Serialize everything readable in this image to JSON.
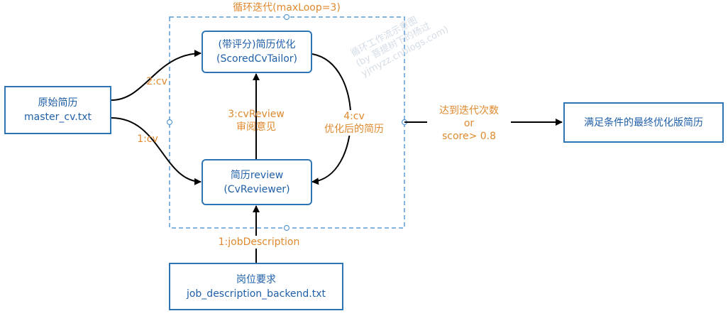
{
  "loop": {
    "label": "循环迭代(maxLoop=3)"
  },
  "nodes": {
    "master_cv": {
      "line1": "原始简历",
      "line2": "master_cv.txt"
    },
    "tailor": {
      "line1": "(带评分)简历优化",
      "line2": "(ScoredCvTailor)"
    },
    "reviewer": {
      "line1": "简历review",
      "line2": "(CvReviewer)"
    },
    "job": {
      "line1": "岗位要求",
      "line2": "job_description_backend.txt"
    },
    "final": {
      "line1": "满足条件的最终优化版简历"
    }
  },
  "edges": {
    "cv2": "2:cv",
    "cv1": "1:cv",
    "review_line1": "3:cvReview",
    "review_line2": "审阅意见",
    "optimized_line1": "4:cv",
    "optimized_line2": "优化后的简历",
    "job_desc": "1:jobDescription",
    "exit_line1": "达到迭代次数",
    "exit_line2": "or",
    "exit_line3": "score> 0.8"
  },
  "watermark": {
    "line1": "循环工作流示意图",
    "line2": "(by 菩提树下的杨过",
    "line3": "yjmyzz.cnblogs.com)"
  },
  "colors": {
    "box_border": "#2e75b6",
    "node_text": "#1f5fa8",
    "label_text": "#e0892e",
    "loop_border": "#5b9bd5",
    "arrow": "#000000"
  }
}
